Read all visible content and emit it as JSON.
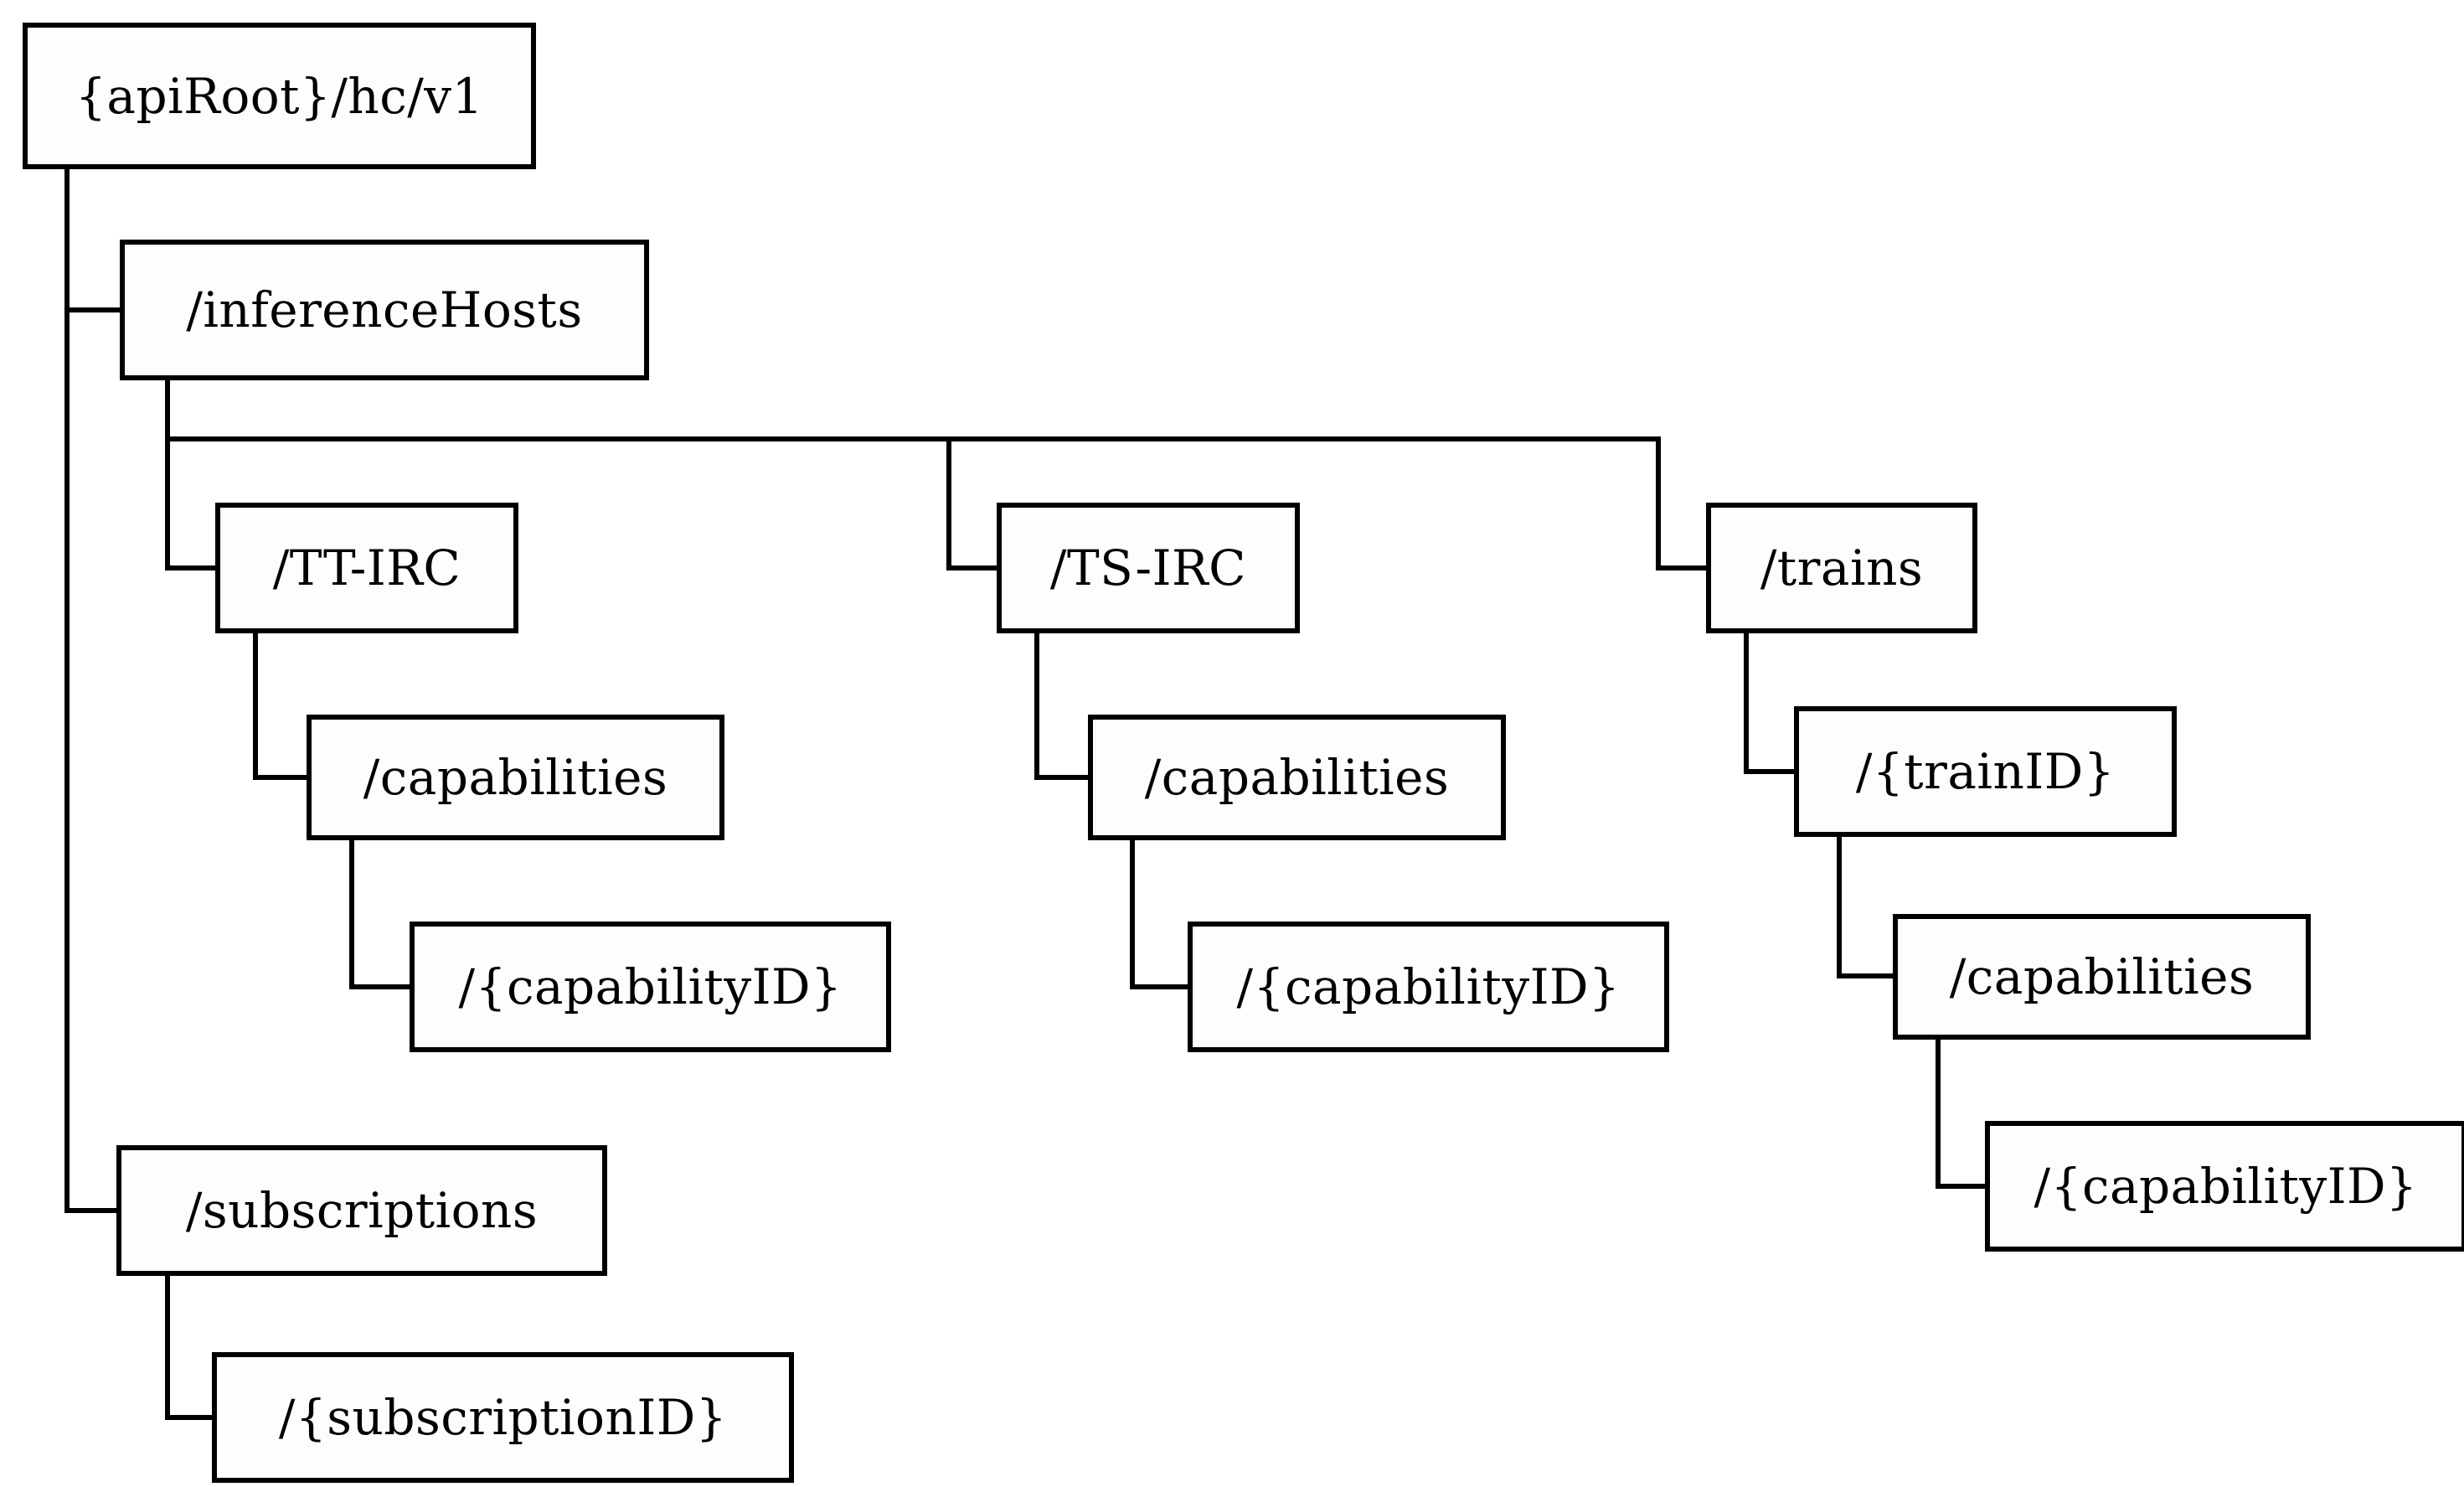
{
  "diagram": {
    "kind": "api-url-tree",
    "colors": {
      "box_border": "#000000",
      "box_fill": "#fdfdfd",
      "line": "#000000",
      "text": "#000000",
      "background": "#ffffff"
    },
    "nodes": {
      "root": {
        "label": "{apiRoot}/hc/v1"
      },
      "inference_hosts": {
        "label": "/inferenceHosts"
      },
      "tt_irc": {
        "label": "/TT-IRC"
      },
      "tt_capabilities": {
        "label": "/capabilities"
      },
      "tt_capability_id": {
        "label": "/{capabilityID}"
      },
      "ts_irc": {
        "label": "/TS-IRC"
      },
      "ts_capabilities": {
        "label": "/capabilities"
      },
      "ts_capability_id": {
        "label": "/{capabilityID}"
      },
      "trains": {
        "label": "/trains"
      },
      "train_id": {
        "label": "/{trainID}"
      },
      "trains_capabilities": {
        "label": "/capabilities"
      },
      "trains_capability_id": {
        "label": "/{capabilityID}"
      },
      "subscriptions": {
        "label": "/subscriptions"
      },
      "subscription_id": {
        "label": "/{subscriptionID}"
      }
    },
    "edges": [
      [
        "root",
        "inference_hosts"
      ],
      [
        "root",
        "subscriptions"
      ],
      [
        "inference_hosts",
        "tt_irc"
      ],
      [
        "inference_hosts",
        "ts_irc"
      ],
      [
        "inference_hosts",
        "trains"
      ],
      [
        "tt_irc",
        "tt_capabilities"
      ],
      [
        "tt_capabilities",
        "tt_capability_id"
      ],
      [
        "ts_irc",
        "ts_capabilities"
      ],
      [
        "ts_capabilities",
        "ts_capability_id"
      ],
      [
        "trains",
        "train_id"
      ],
      [
        "train_id",
        "trains_capabilities"
      ],
      [
        "trains_capabilities",
        "trains_capability_id"
      ],
      [
        "subscriptions",
        "subscription_id"
      ]
    ]
  }
}
